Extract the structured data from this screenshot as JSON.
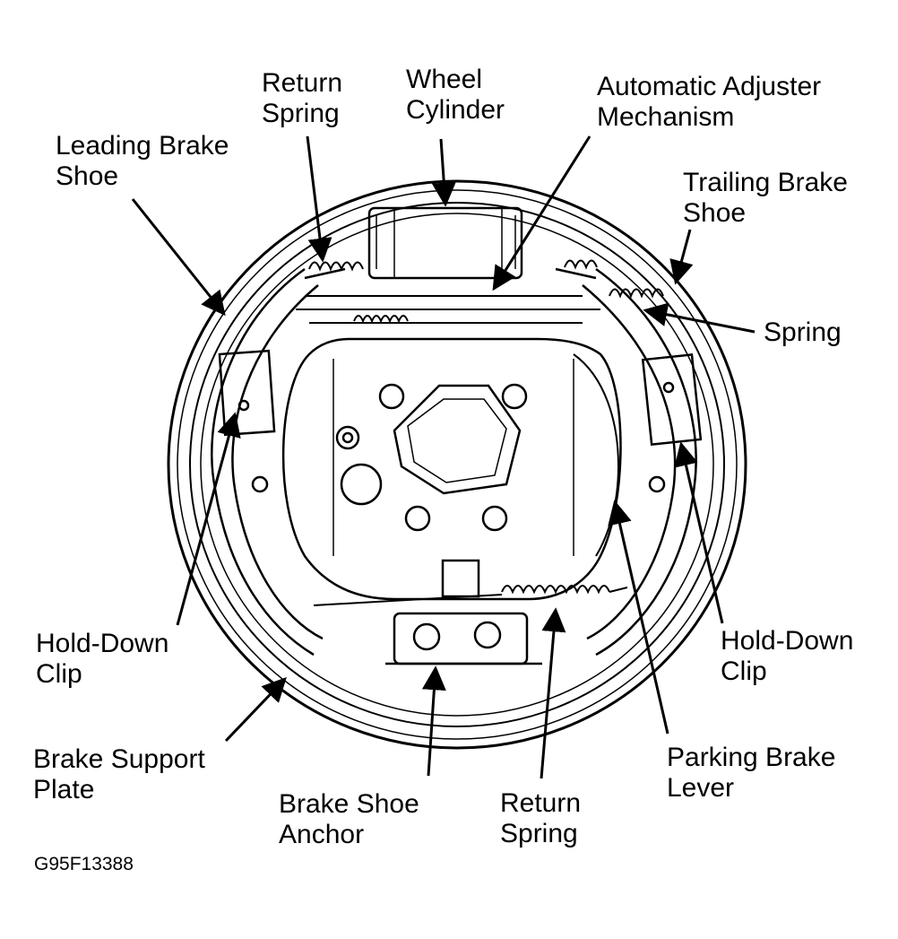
{
  "labels": {
    "return_spring_top": [
      "Return",
      "Spring"
    ],
    "wheel_cylinder": [
      "Wheel",
      "Cylinder"
    ],
    "automatic_adjuster": [
      "Automatic Adjuster",
      "Mechanism"
    ],
    "leading_brake_shoe": [
      "Leading Brake",
      "Shoe"
    ],
    "trailing_brake_shoe": [
      "Trailing Brake",
      "Shoe"
    ],
    "spring": [
      "Spring"
    ],
    "hold_down_clip_left": [
      "Hold-Down",
      "Clip"
    ],
    "hold_down_clip_right": [
      "Hold-Down",
      "Clip"
    ],
    "brake_support_plate": [
      "Brake Support",
      "Plate"
    ],
    "brake_shoe_anchor": [
      "Brake Shoe",
      "Anchor"
    ],
    "return_spring_bottom": [
      "Return",
      "Spring"
    ],
    "parking_brake_lever": [
      "Parking Brake",
      "Lever"
    ]
  },
  "figure_code": "G95F13388"
}
